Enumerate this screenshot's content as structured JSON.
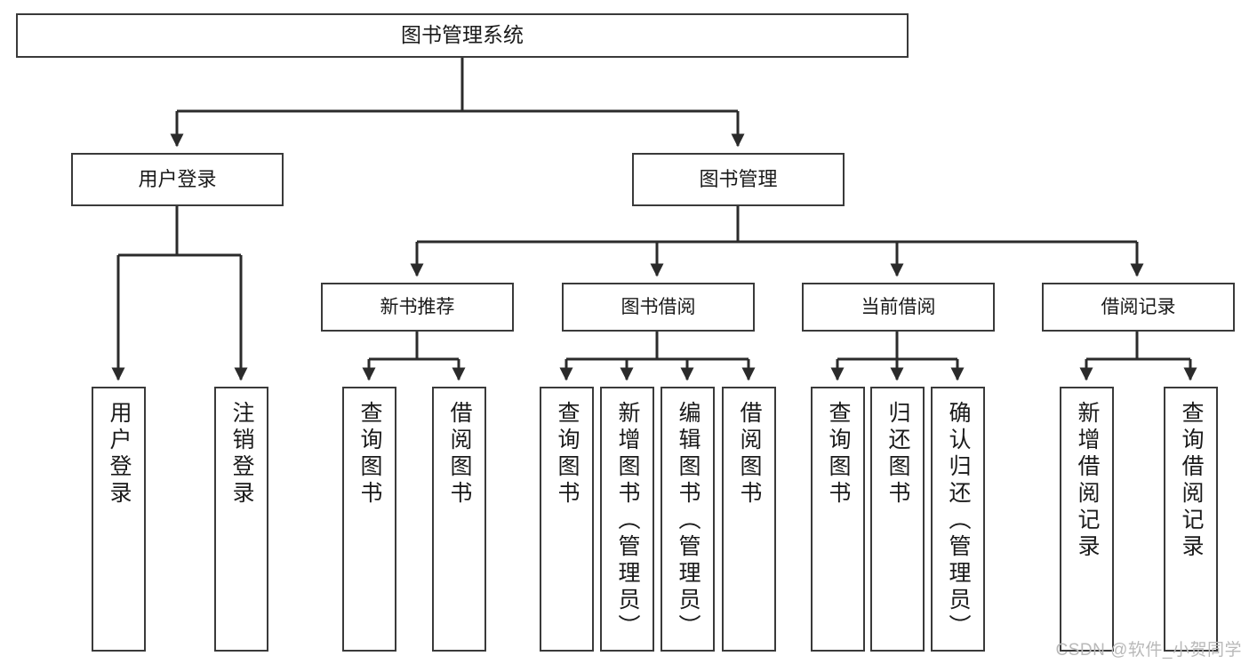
{
  "diagram": {
    "title": "图书管理系统",
    "watermark": "CSDN @软件_小贺同学",
    "line_color": "#3a3a3a",
    "text_color": "#1a1a1a",
    "background": "#ffffff",
    "levels": {
      "root": {
        "label": "图书管理系统"
      },
      "level2": [
        {
          "id": "user-login",
          "label": "用户登录"
        },
        {
          "id": "book-manage",
          "label": "图书管理"
        }
      ],
      "level3": [
        {
          "id": "new-book-rec",
          "label": "新书推荐"
        },
        {
          "id": "book-borrow",
          "label": "图书借阅"
        },
        {
          "id": "current-borrow",
          "label": "当前借阅"
        },
        {
          "id": "borrow-record",
          "label": "借阅记录"
        }
      ],
      "level4": [
        {
          "id": "leaf-user-login",
          "label": "用户登录",
          "parent": "user-login"
        },
        {
          "id": "leaf-logout",
          "label": "注销登录",
          "parent": "user-login"
        },
        {
          "id": "leaf-query-book-1",
          "label": "查询图书",
          "parent": "new-book-rec"
        },
        {
          "id": "leaf-borrow-book-1",
          "label": "借阅图书",
          "parent": "new-book-rec"
        },
        {
          "id": "leaf-query-book-2",
          "label": "查询图书",
          "parent": "book-borrow"
        },
        {
          "id": "leaf-add-book",
          "label": "新增图书（管理员）",
          "parent": "book-borrow"
        },
        {
          "id": "leaf-edit-book",
          "label": "编辑图书（管理员）",
          "parent": "book-borrow"
        },
        {
          "id": "leaf-borrow-book-2",
          "label": "借阅图书",
          "parent": "book-borrow"
        },
        {
          "id": "leaf-query-book-3",
          "label": "查询图书",
          "parent": "current-borrow"
        },
        {
          "id": "leaf-return-book",
          "label": "归还图书",
          "parent": "current-borrow"
        },
        {
          "id": "leaf-confirm-return",
          "label": "确认归还（管理员）",
          "parent": "current-borrow"
        },
        {
          "id": "leaf-add-record",
          "label": "新增借阅记录",
          "parent": "borrow-record"
        },
        {
          "id": "leaf-query-record",
          "label": "查询借阅记录",
          "parent": "borrow-record"
        }
      ]
    }
  }
}
